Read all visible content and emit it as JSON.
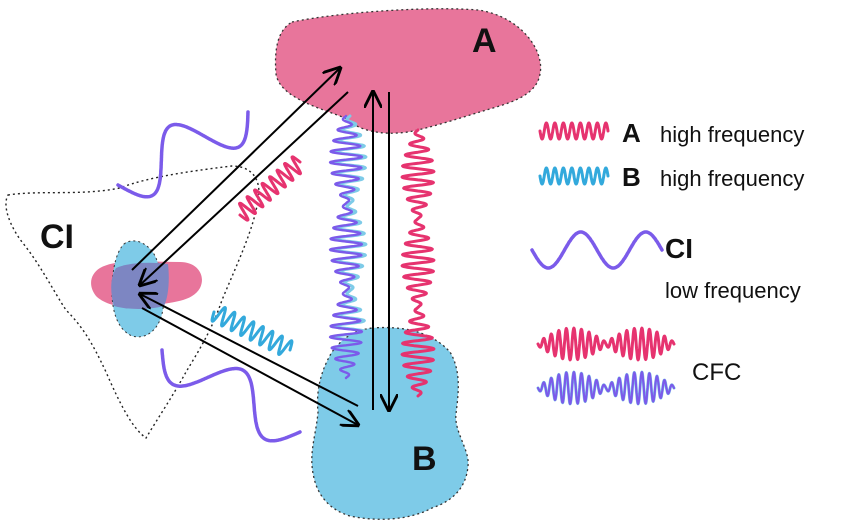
{
  "regions": {
    "a_label": "A",
    "b_label": "B",
    "ci_label": "CI"
  },
  "legend": {
    "a_symbol": "A",
    "a_text": "high frequency",
    "b_symbol": "B",
    "b_text": "high frequency",
    "ci_symbol": "CI",
    "ci_text": "low frequency",
    "cfc_text": "CFC"
  },
  "colors": {
    "pink": "#e8759b",
    "pink_wave": "#e6336f",
    "blue": "#7ecbe8",
    "blue_wave": "#33a9dc",
    "violet": "#7b5bea",
    "purple_overlap": "#7d86c2"
  },
  "icons": {
    "arrow": "arrow-icon",
    "wave": "wave-icon"
  }
}
